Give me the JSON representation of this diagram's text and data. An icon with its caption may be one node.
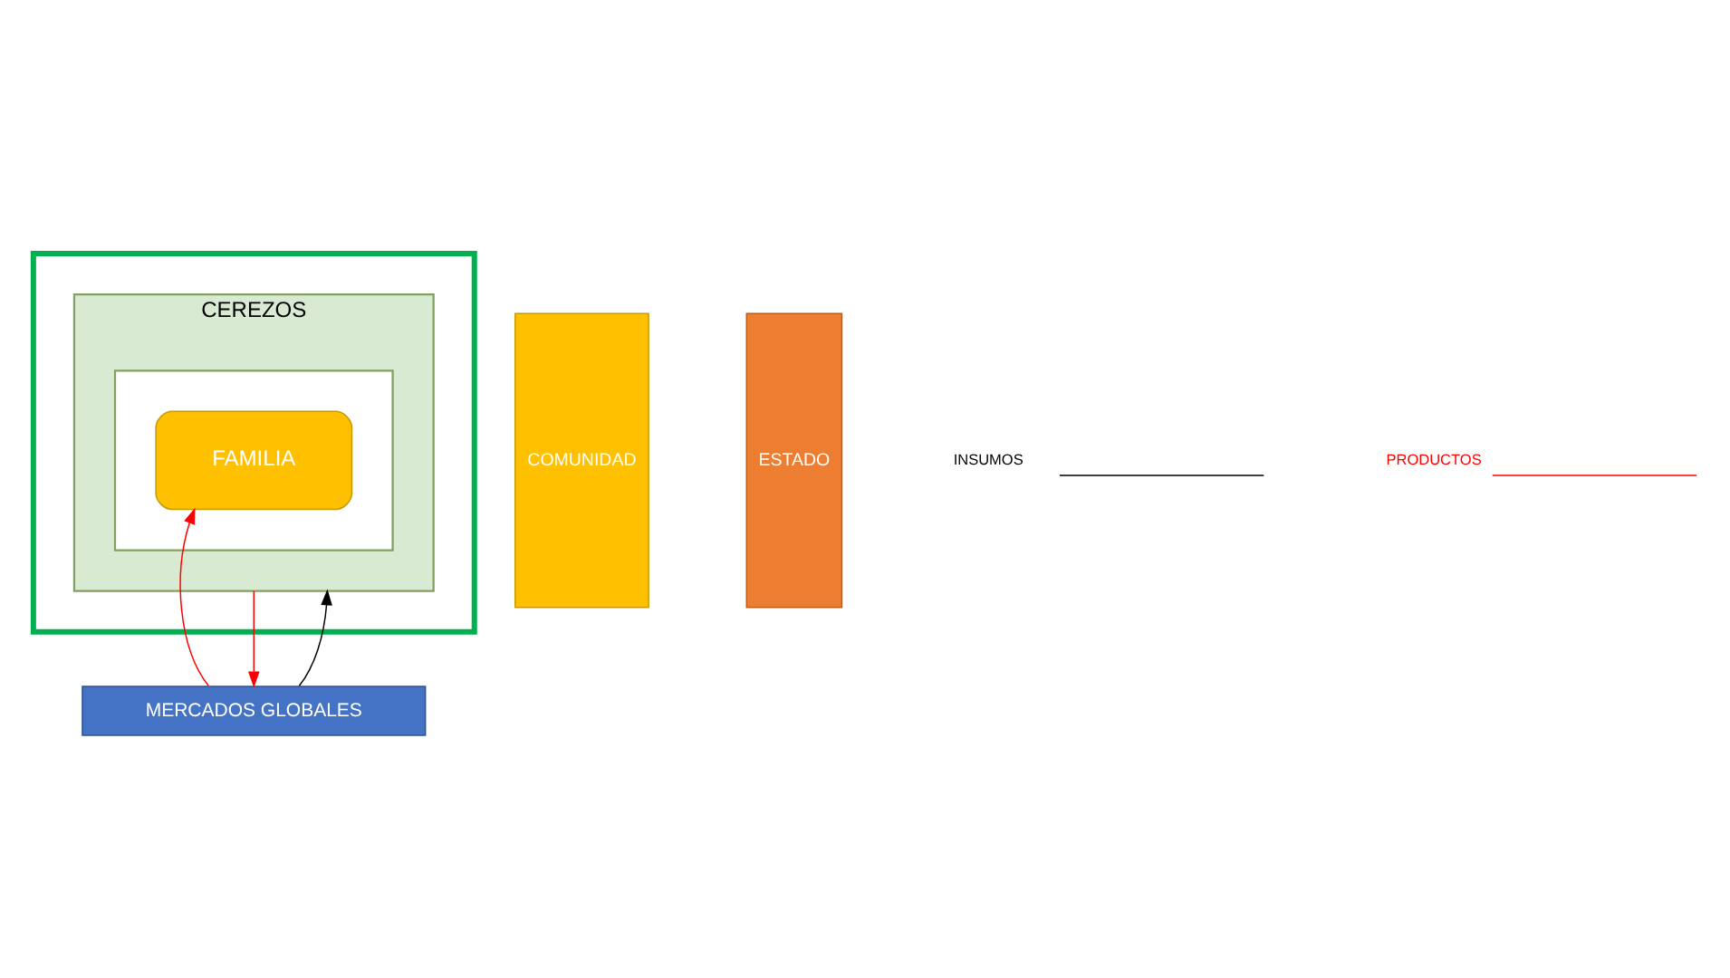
{
  "diagram": {
    "nodes": [
      {
        "text": [],
        "shape": "box"
      },
      {
        "text": [
          "CEREZOS"
        ],
        "in": 0
      },
      {
        "text": [],
        "shape": "box",
        "in": 1
      },
      {
        "text": [
          "FAMILIA"
        ],
        "in": 2
      },
      {
        "text": [
          "COMUNIDAD"
        ]
      },
      {
        "text": [
          "ESTADO"
        ]
      },
      {
        "text": [
          "MERCADOS GLOBALES"
        ]
      }
    ],
    "edges": [
      {
        "from": 6,
        "to": 3,
        "arrow": "to",
        "color": "#ff0000"
      },
      {
        "from": 1,
        "to": 6,
        "arrow": "to",
        "color": "#ff0000"
      },
      {
        "from": 6,
        "to": 1,
        "arrow": "to",
        "color": "#000000"
      }
    ],
    "legend": [
      {
        "text": "INSUMOS"
      },
      {
        "text": "PRODUCTOS"
      }
    ]
  }
}
